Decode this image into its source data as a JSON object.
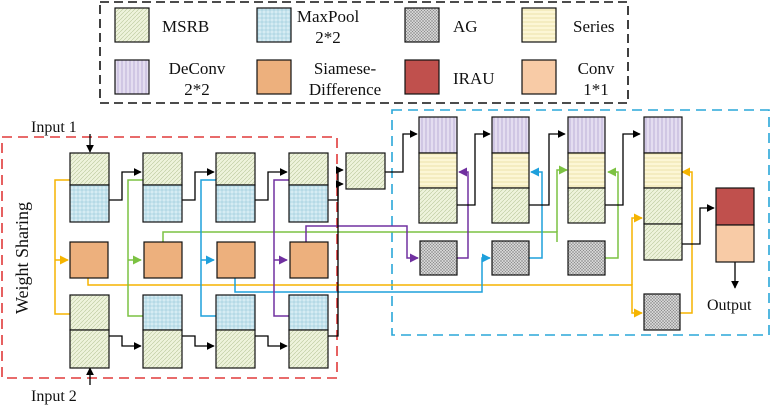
{
  "legend": {
    "items": [
      {
        "key": "msrb",
        "label_lines": [
          "MSRB"
        ]
      },
      {
        "key": "maxpool",
        "label_lines": [
          "MaxPool",
          "2*2"
        ]
      },
      {
        "key": "ag",
        "label_lines": [
          "AG"
        ]
      },
      {
        "key": "series",
        "label_lines": [
          "Series"
        ]
      },
      {
        "key": "deconv",
        "label_lines": [
          "DeConv",
          "2*2"
        ]
      },
      {
        "key": "siamese",
        "label_lines": [
          "Siamese-",
          "Difference"
        ]
      },
      {
        "key": "irau",
        "label_lines": [
          "IRAU"
        ]
      },
      {
        "key": "conv",
        "label_lines": [
          "Conv",
          "1*1"
        ]
      }
    ]
  },
  "labels": {
    "input1": "Input 1",
    "input2": "Input 2",
    "output": "Output",
    "weight_sharing": "Weight Sharing"
  },
  "colors": {
    "msrb": "#eef3dc",
    "maxpool": "#d6ecf3",
    "ag": "#d4d4d4",
    "series": "#fcf6d5",
    "deconv": "#e4ddf0",
    "siamese": "#edb07d",
    "irau": "#c0504d",
    "conv": "#f8cba6",
    "enc_region": "#e03a3a",
    "dec_region": "#2aa7d8",
    "yellow_link": "#f5b400",
    "green_link": "#7cc242",
    "blue_link": "#1ea0dc",
    "purple_link": "#7030a0"
  }
}
